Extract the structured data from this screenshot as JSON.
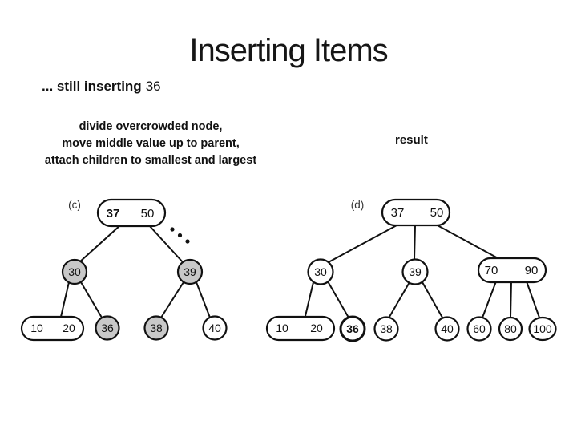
{
  "slide": {
    "title": "Inserting Items",
    "subtitle_lead": "... still inserting",
    "subtitle_value": "36",
    "instructions": [
      "divide overcrowded node,",
      "move middle value up to parent,",
      "attach children to smallest and largest"
    ],
    "result_label": "result"
  },
  "colors": {
    "node_gray": "#c8c8c8",
    "node_white": "#ffffff",
    "line_black": "#111111"
  },
  "tree_c": {
    "label": "(c)",
    "root_key_left": "37",
    "root_key_right": "50",
    "mid_left": "30",
    "mid_right": "39",
    "leaf_pill_left": "10",
    "leaf_pill_right": "20",
    "leaf_36": "36",
    "leaf_38": "38",
    "leaf_40": "40"
  },
  "tree_d": {
    "label": "(d)",
    "root_key_left": "37",
    "root_key_right": "50",
    "mid_left": "30",
    "mid_center": "39",
    "mid_pill_left": "70",
    "mid_pill_right": "90",
    "leaf_pill_left": "10",
    "leaf_pill_right": "20",
    "leaf_36": "36",
    "leaf_38": "38",
    "leaf_40": "40",
    "leaf_60": "60",
    "leaf_80": "80",
    "leaf_100": "100"
  }
}
